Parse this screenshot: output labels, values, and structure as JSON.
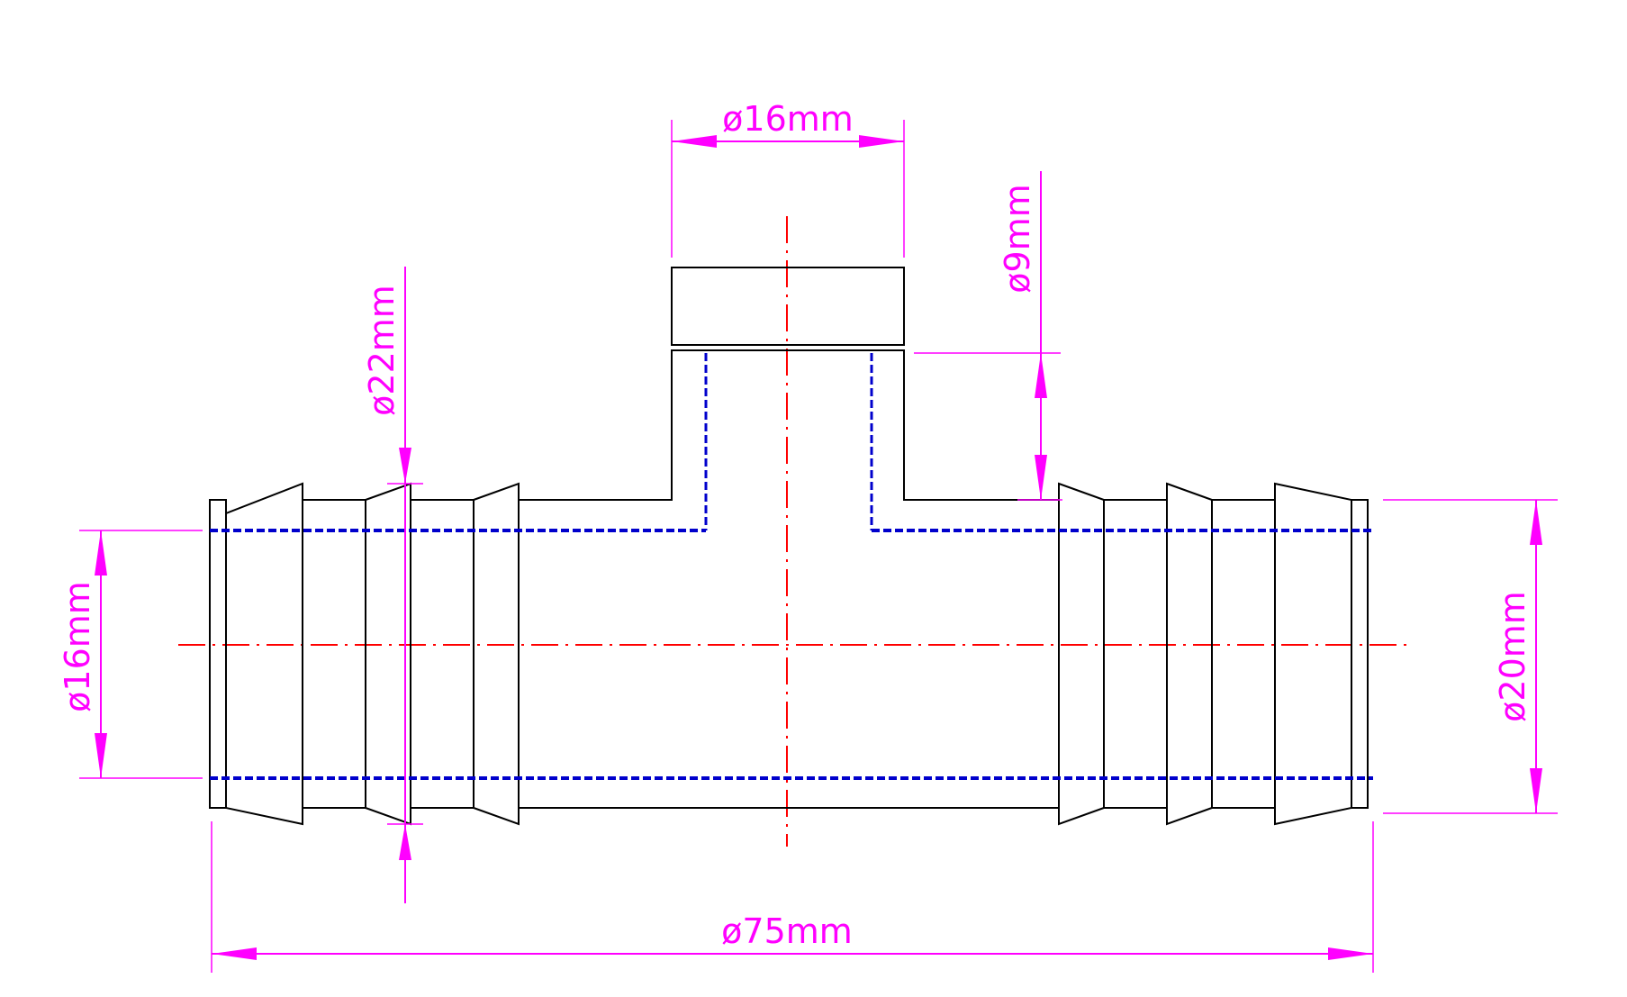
{
  "dimensions": {
    "branch_width": "ø16mm",
    "branch_height": "ø9mm",
    "barb_outer": "ø22mm",
    "left_bore": "ø16mm",
    "right_bore": "ø20mm",
    "overall_length": "ø75mm"
  },
  "colors": {
    "outline": "#000000",
    "hidden": "#0000cc",
    "centerline": "#ff0000",
    "dimension": "#ff00ff"
  }
}
